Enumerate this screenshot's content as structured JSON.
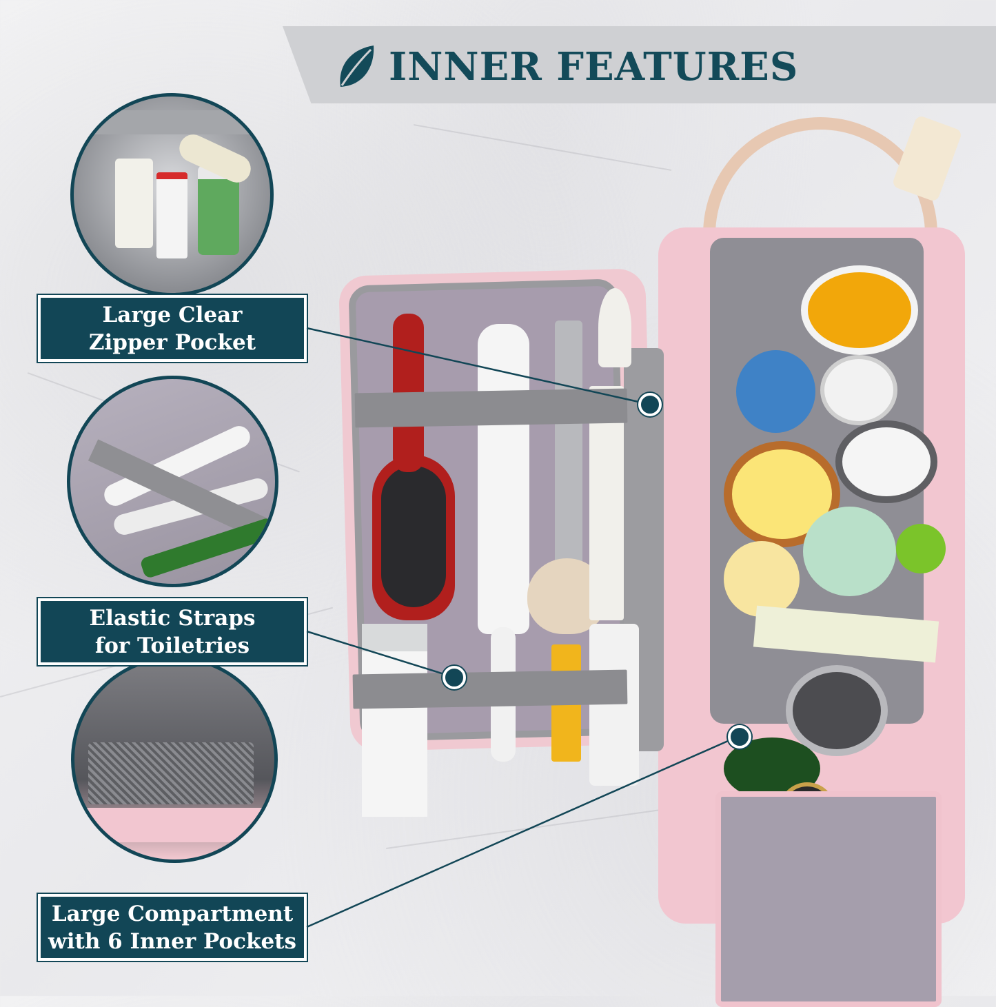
{
  "header": {
    "title": "INNER FEATURES",
    "icon": "leaf-icon"
  },
  "features": [
    {
      "line1": "Large Clear",
      "line2": "Zipper Pocket"
    },
    {
      "line1": "Elastic Straps",
      "line2": "for Toiletries"
    },
    {
      "line1": "Large Compartment",
      "line2": "with 6 Inner Pockets"
    }
  ],
  "colors": {
    "accent": "#124656",
    "banner": "#cfd0d3",
    "bag_pink": "#f2c6d0",
    "lining": "#a79cad"
  }
}
